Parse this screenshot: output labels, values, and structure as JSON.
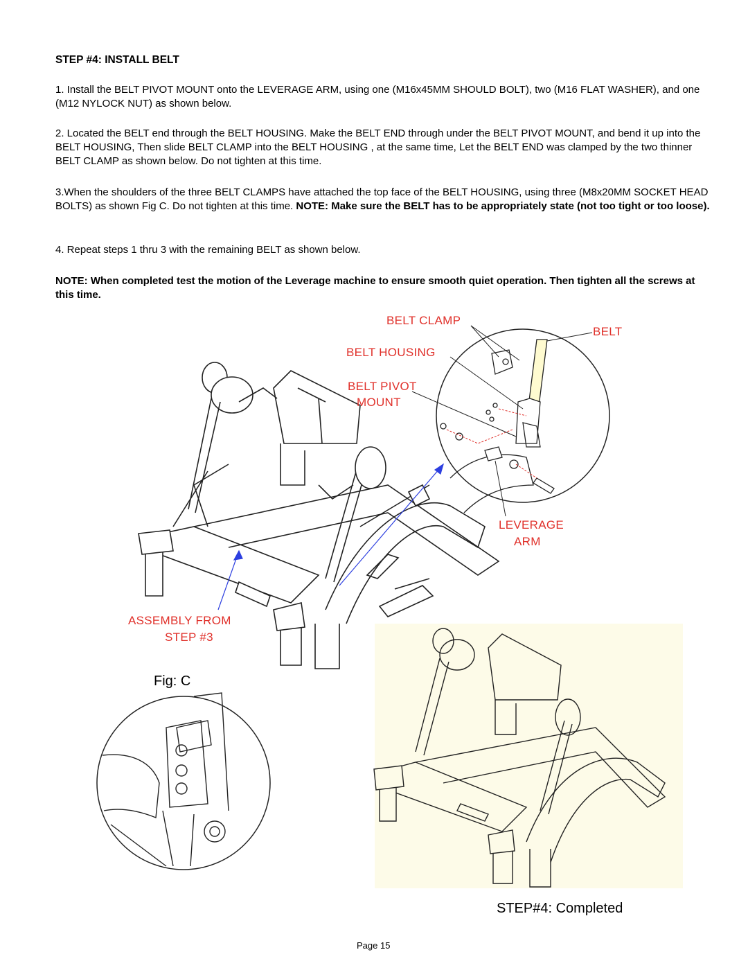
{
  "heading": "STEP #4:  INSTALL  BELT",
  "steps": [
    "1.  Install the BELT PIVOT MOUNT onto the LEVERAGE ARM, using one (M16x45MM SHOULD BOLT), two (M16 FLAT WASHER), and one (M12 NYLOCK NUT) as shown below.",
    "2.  Located the BELT end through the BELT HOUSING. Make the BELT END through under the BELT PIVOT MOUNT, and bend it up into the BELT HOUSING, Then slide BELT CLAMP into the BELT HOUSING , at the same time, Let the BELT END was clamped by the two thinner BELT CLAMP as shown below. Do not tighten at this time.",
    "3.When the shoulders of the three BELT CLAMPS have attached  the top face of the BELT HOUSING, using three (M8x20MM SOCKET HEAD BOLTS) as shown Fig C. Do not tighten at this time. ",
    "4. Repeat steps 1 thru 3 with the remaining BELT as shown below."
  ],
  "step3_note": "NOTE: Make sure the BELT has to be appropriately  state (not too tight or too loose).",
  "final_note": " NOTE: When completed test the motion of the Leverage machine to ensure smooth quiet operation. Then tighten all the screws at this time.",
  "labels": {
    "belt_clamp": "BELT CLAMP",
    "belt": "BELT",
    "belt_housing": "BELT HOUSING",
    "belt_pivot": "BELT PIVOT",
    "mount": "MOUNT",
    "leverage": "LEVERAGE",
    "arm": "ARM",
    "assembly_from": "ASSEMBLY FROM",
    "step3": "STEP #3"
  },
  "fig_caption": "Fig: C",
  "completed_caption": "STEP#4: Completed",
  "page": "Page 15",
  "colors": {
    "label_red": "#e0302a",
    "panel_bg": "#fdfbe8",
    "arrow_blue": "#2c3fe0"
  }
}
